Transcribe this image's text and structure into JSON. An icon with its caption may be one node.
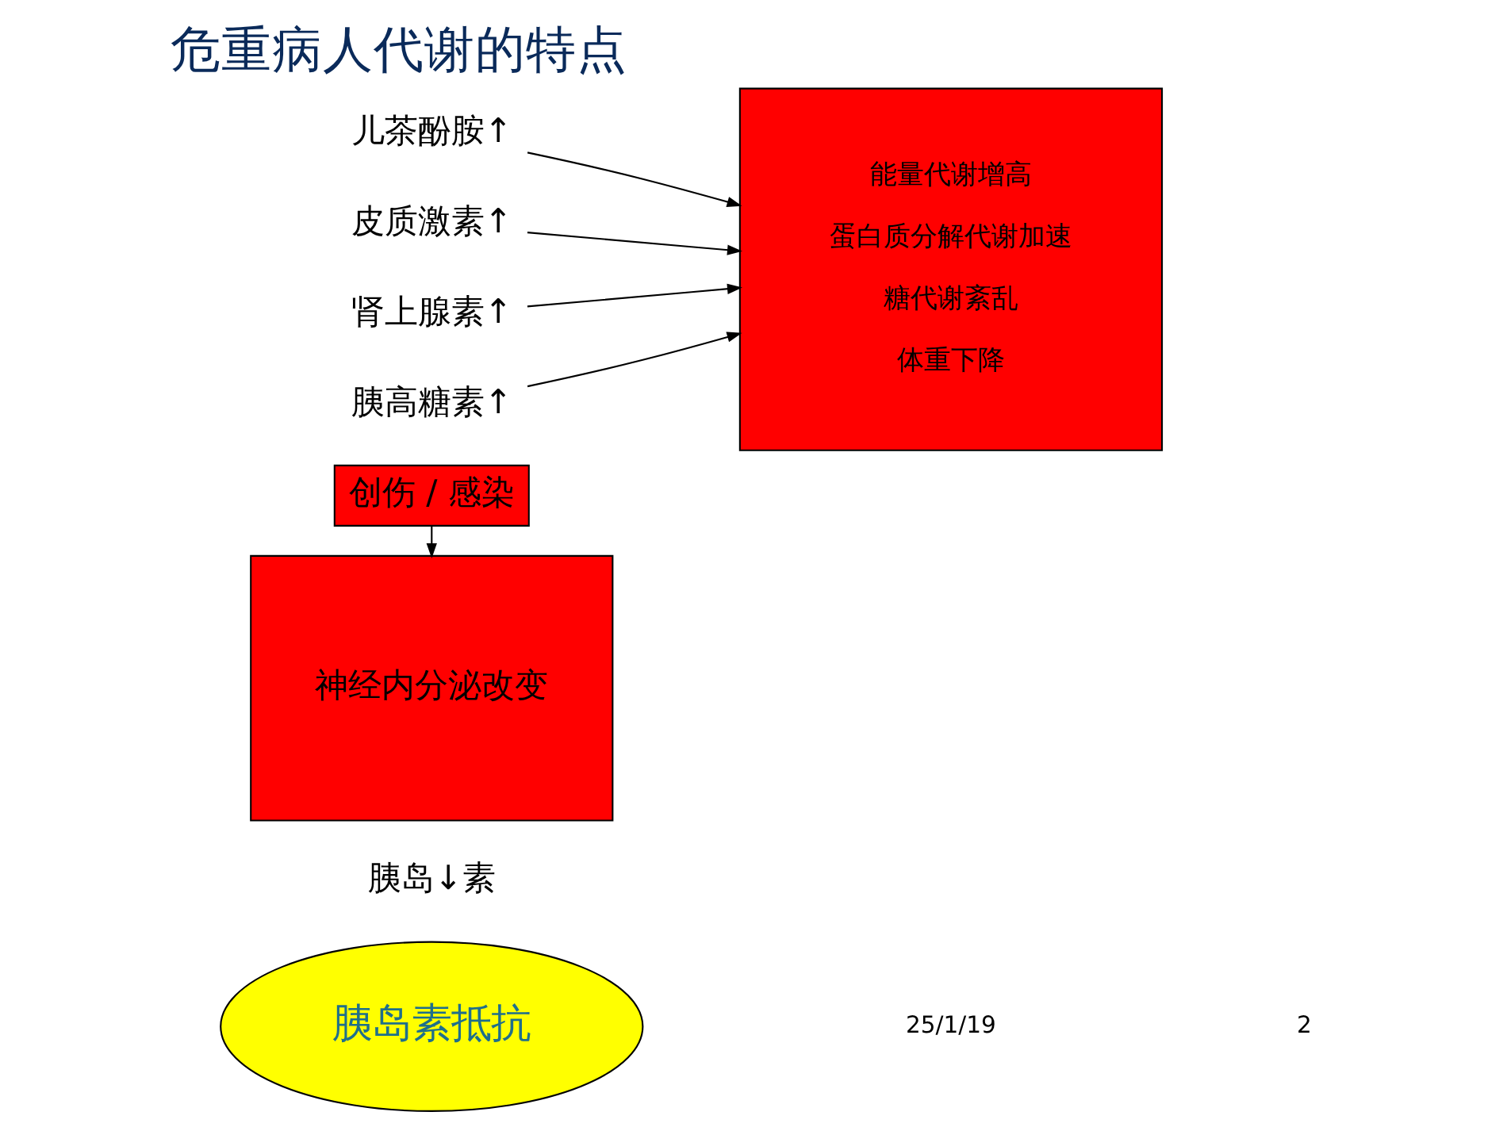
{
  "diagram": {
    "title": "危重病人代谢的特点",
    "nodes": [
      {
        "text": [
          "创伤 / 感染"
        ]
      },
      {
        "text": [
          "神经内分泌改变"
        ]
      },
      {
        "text": [
          "儿茶酚胺↑"
        ]
      },
      {
        "text": [
          "皮质激素↑"
        ]
      },
      {
        "text": [
          "肾上腺素↑"
        ]
      },
      {
        "text": [
          "胰高糖素↑"
        ]
      },
      {
        "text": [
          "能量代谢增高",
          "蛋白质分解代谢加速",
          "糖代谢紊乱",
          "体重下降"
        ]
      },
      {
        "text": [
          "胰岛素抵抗"
        ]
      }
    ],
    "edges": [
      {
        "from": 0,
        "to": 1,
        "arrow": "to"
      },
      {
        "from": 2,
        "to": 6,
        "arrow": "to"
      },
      {
        "from": 3,
        "to": 6,
        "arrow": "to"
      },
      {
        "from": 4,
        "to": 6,
        "arrow": "to"
      },
      {
        "from": 5,
        "to": 6,
        "arrow": "to"
      }
    ],
    "labels": [
      "胰岛↓素",
      "25/1/19",
      "2"
    ]
  }
}
